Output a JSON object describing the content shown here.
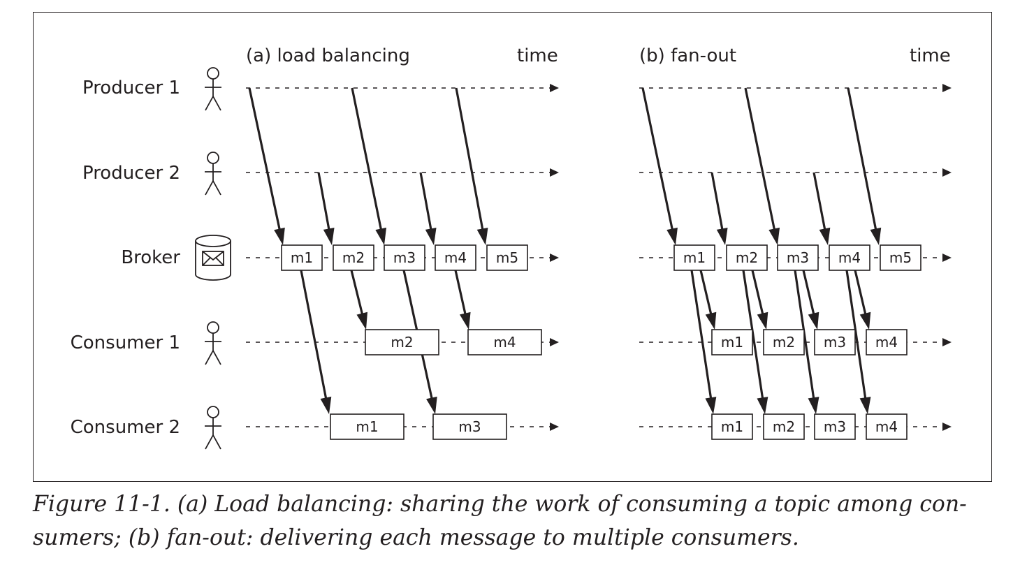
{
  "panels": [
    {
      "id": "load-balancing",
      "title": "(a) load balancing",
      "time_label": "time",
      "lanes": [
        {
          "label": "Producer 1",
          "icon": "person-icon"
        },
        {
          "label": "Producer 2",
          "icon": "person-icon"
        },
        {
          "label": "Broker",
          "icon": "broker-mailbox-icon"
        },
        {
          "label": "Consumer 1",
          "icon": "person-icon"
        },
        {
          "label": "Consumer 2",
          "icon": "person-icon"
        }
      ],
      "broker_messages": [
        "m1",
        "m2",
        "m3",
        "m4",
        "m5"
      ],
      "consumer_1_messages": [
        "m2",
        "m4"
      ],
      "consumer_2_messages": [
        "m1",
        "m3"
      ]
    },
    {
      "id": "fan-out",
      "title": "(b) fan-out",
      "time_label": "time",
      "broker_messages": [
        "m1",
        "m2",
        "m3",
        "m4",
        "m5"
      ],
      "consumer_1_messages": [
        "m1",
        "m2",
        "m3",
        "m4"
      ],
      "consumer_2_messages": [
        "m1",
        "m2",
        "m3",
        "m4"
      ]
    }
  ],
  "caption": {
    "line1": "Figure 11-1. (a) Load balancing: sharing the work of consuming a topic among con-",
    "line2": "sumers; (b) fan-out: delivering each message to multiple consumers."
  },
  "colors": {
    "ink": "#231f20",
    "background": "#ffffff"
  }
}
